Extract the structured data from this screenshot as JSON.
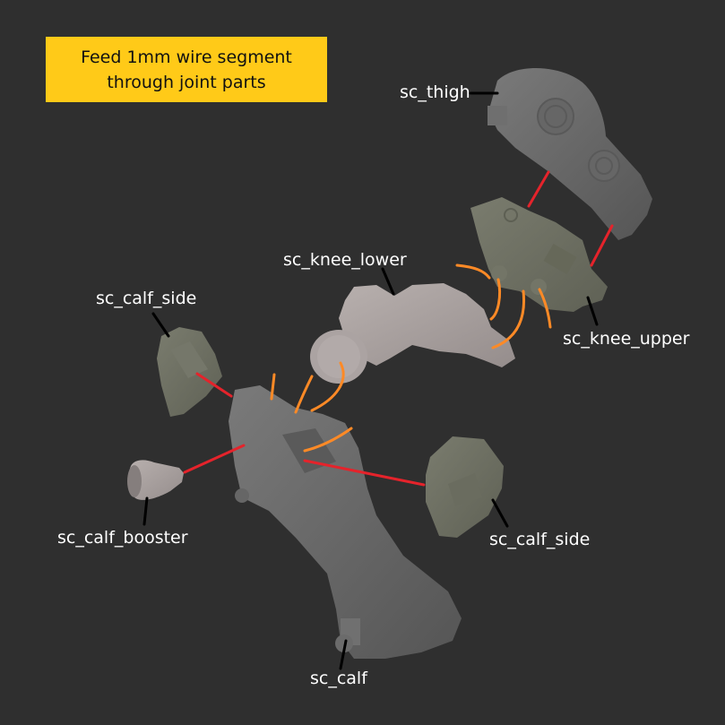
{
  "note": {
    "line1": "Feed 1mm wire segment",
    "line2": "through joint parts",
    "background": "#ffca18"
  },
  "labels": {
    "thigh": "sc_thigh",
    "knee_lower": "sc_knee_lower",
    "knee_upper": "sc_knee_upper",
    "calf_side_left": "sc_calf_side",
    "calf_side_right": "sc_calf_side",
    "calf_booster": "sc_calf_booster",
    "calf": "sc_calf"
  },
  "colors": {
    "background": "#2f2f2f",
    "connector": "#e5232b",
    "wire": "#ff8a26",
    "leader": "#000000",
    "label_text": "#ffffff",
    "part_gray": "#6b6b6b",
    "part_olive": "#6e7062",
    "part_pink": "#a9a1a0"
  }
}
